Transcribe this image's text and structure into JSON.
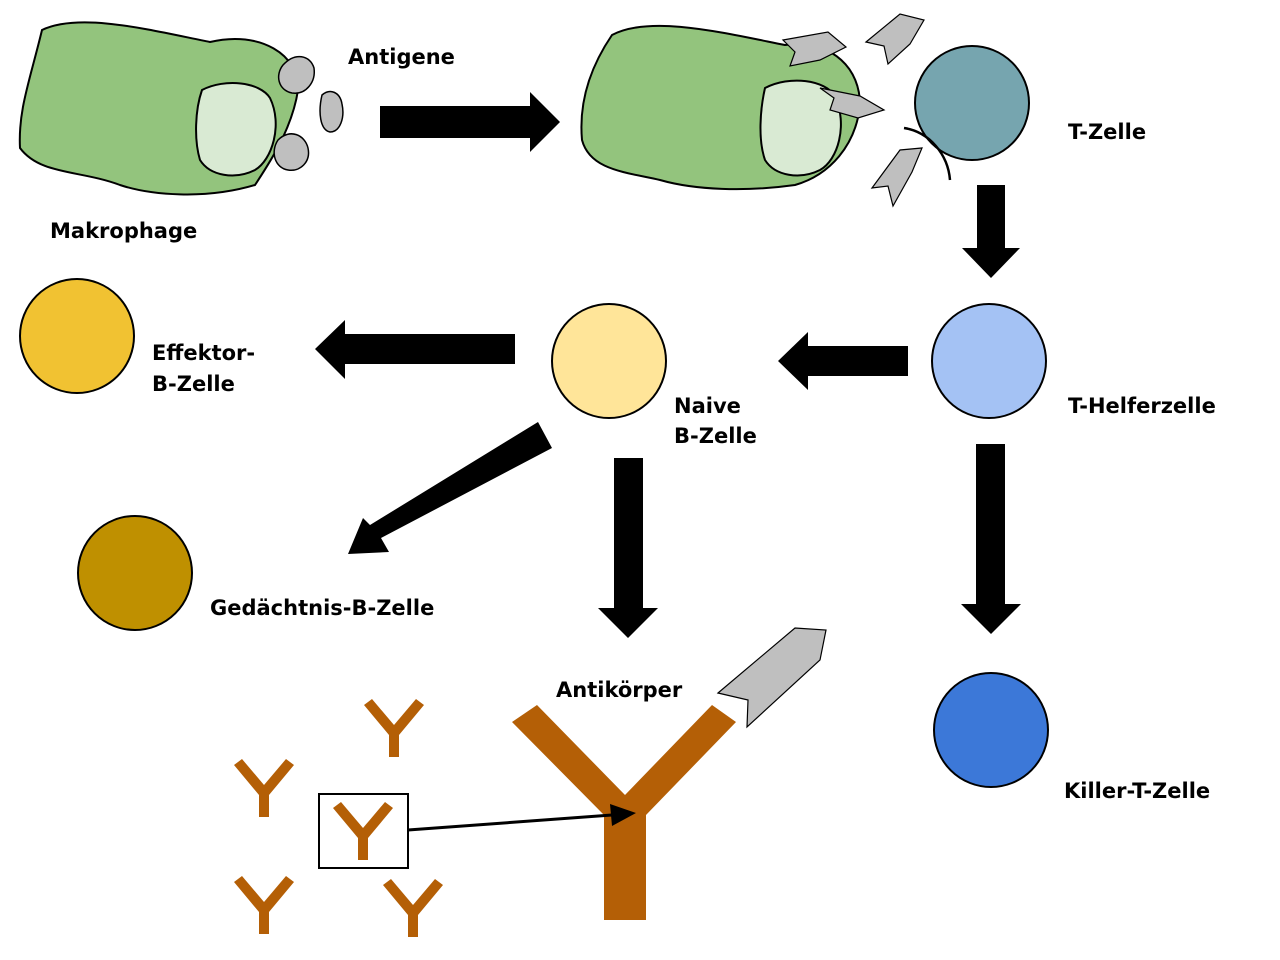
{
  "labels": {
    "antigens": "Antigene",
    "macrophage": "Makrophage",
    "t_cell": "T-Zelle",
    "t_helper": "T-Helferzelle",
    "naive_b_line1": "Naive",
    "naive_b_line2": "B-Zelle",
    "effector_b_line1": "Effektor-",
    "effector_b_line2": "B-Zelle",
    "memory_b": "Gedächtnis-B-Zelle",
    "antibody": "Antikörper",
    "killer_t": "Killer-T-Zelle"
  },
  "colors": {
    "macrophage_body": "#93c47d",
    "macrophage_nucleus": "#d9ead3",
    "antigen": "#bfbfbf",
    "t_cell": "#76a5af",
    "t_helper": "#a4c2f4",
    "naive_b": "#ffe599",
    "effector_b": "#f1c232",
    "memory_b": "#bf9000",
    "killer_t": "#3c78d8",
    "antibody": "#b45f06",
    "arrow": "#000000"
  }
}
